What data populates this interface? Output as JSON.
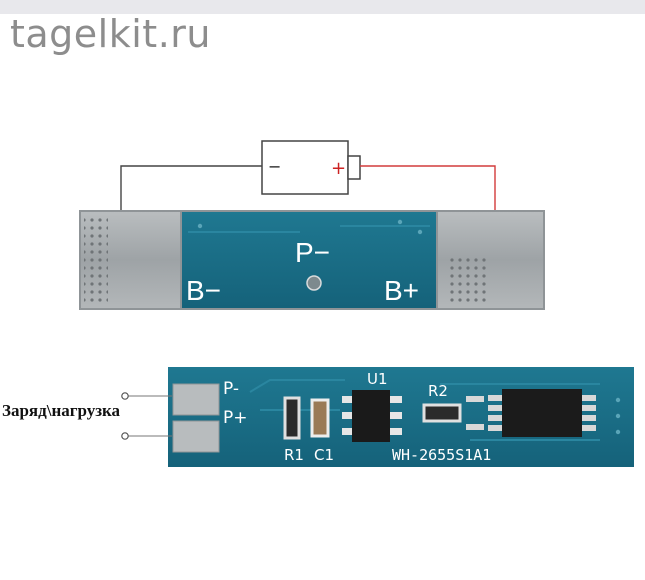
{
  "watermark": "tagelkit.ru",
  "battery": {
    "minus": "−",
    "plus": "+"
  },
  "board_top": {
    "p_minus": "P−",
    "b_minus": "B−",
    "b_plus": "B+"
  },
  "board_bottom": {
    "p_minus": "P-",
    "p_plus": "P+",
    "u1": "U1",
    "r2": "R2",
    "r1": "R1",
    "c1": "C1",
    "model": "WH-2655S1A1"
  },
  "side_label": "Заряд\\нагрузка",
  "colors": {
    "pcb": "#1c6f86",
    "pad": "#a9adaf",
    "wire_negative": "#444444",
    "wire_positive": "#d23b3b"
  }
}
